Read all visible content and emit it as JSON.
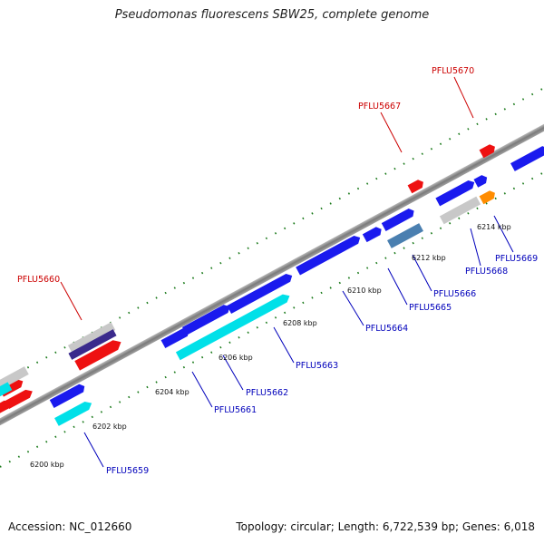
{
  "title": "Pseudomonas fluorescens SBW25, complete genome",
  "accession": "Accession: NC_012660",
  "summary": "Topology: circular; Length: 6,722,539 bp; Genes: 6,018",
  "colors": {
    "forward_label": "#cc0000",
    "reverse_label": "#0000bb",
    "gene_blue": "#1a1aee",
    "gene_cyan": "#00e0e8",
    "gene_red": "#ee1111",
    "gene_gray": "#c8c8c8",
    "gene_steel": "#4a7fb0",
    "gene_orange": "#ff8c00",
    "gene_navy": "#3a2a8c",
    "backbone": "#8c8c8c",
    "tick": "#1a7a1a"
  },
  "kbp_ticks": [
    "6200 kbp",
    "6202 kbp",
    "6204 kbp",
    "6206 kbp",
    "6208 kbp",
    "6210 kbp",
    "6212 kbp",
    "6214 kbp"
  ],
  "forward_labels": [
    "PFLU5660",
    "PFLU5667",
    "PFLU5670"
  ],
  "reverse_labels": [
    "PFLU5659",
    "PFLU5661",
    "PFLU5662",
    "PFLU5663",
    "PFLU5664",
    "PFLU5665",
    "PFLU5666",
    "PFLU5668",
    "PFLU5669"
  ]
}
